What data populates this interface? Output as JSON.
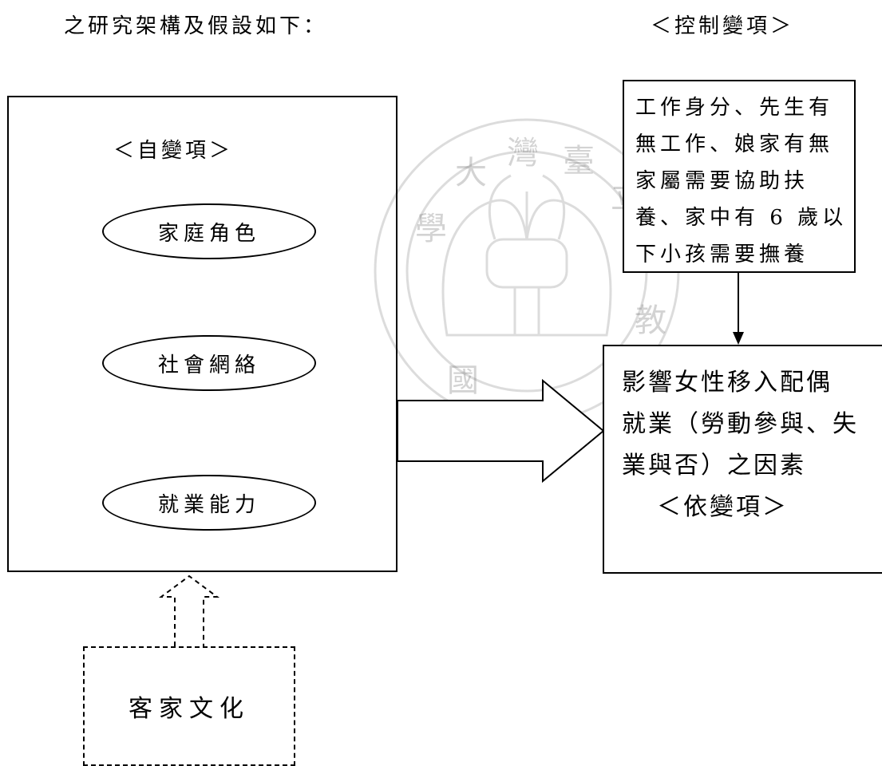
{
  "intro_text": "之研究架構及假設如下：",
  "control_variable": {
    "heading": "＜控制變項＞",
    "lines": [
      "工作身分、先生有",
      "無工作、娘家有無",
      "家屬需要協助扶",
      "養、家中有 6 歲以",
      "下小孩需要撫養"
    ]
  },
  "independent_variables": {
    "heading": "＜自變項＞",
    "items": [
      "家庭角色",
      "社會網絡",
      "就業能力"
    ]
  },
  "dependent_variable": {
    "lines": [
      "影響女性移入配偶",
      "就業（勞動參與、失",
      "業與否）之因素"
    ],
    "label": "＜依變項＞"
  },
  "moderator": {
    "label": "客家文化"
  },
  "watermark": {
    "characters": [
      "學",
      "大",
      "灣",
      "臺",
      "立",
      "教",
      "國"
    ]
  }
}
